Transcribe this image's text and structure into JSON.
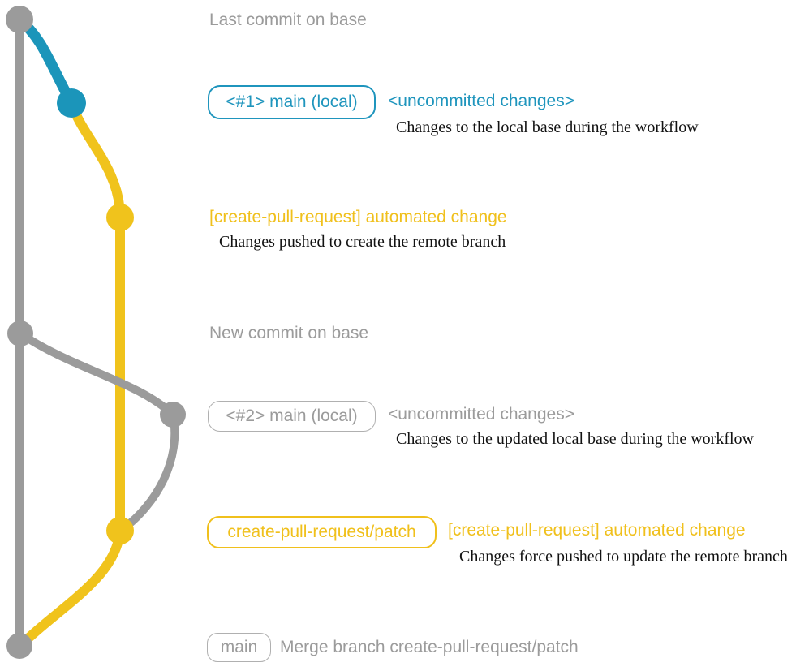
{
  "colors": {
    "base_gray": "#9b9b9b",
    "local_blue": "#1b95ba",
    "patch_yellow": "#f0c31c"
  },
  "graph": {
    "commit_nodes": [
      {
        "id": "last-commit-on-base",
        "color": "gray"
      },
      {
        "id": "local-changes-1",
        "color": "blue"
      },
      {
        "id": "patch-commit-1",
        "color": "yellow"
      },
      {
        "id": "new-commit-on-base",
        "color": "gray"
      },
      {
        "id": "local-changes-2",
        "color": "gray"
      },
      {
        "id": "patch-commit-2",
        "color": "yellow"
      },
      {
        "id": "merge-commit",
        "color": "gray"
      }
    ]
  },
  "annotations": {
    "last_commit": "Last commit on base",
    "step1": {
      "badge": "<#1> main (local)",
      "title": "<uncommitted changes>",
      "desc": "Changes to the local base during the workflow"
    },
    "step2": {
      "title": "[create-pull-request] automated change",
      "desc": "Changes pushed to create the remote branch"
    },
    "new_commit": "New commit on base",
    "step3": {
      "badge": "<#2> main (local)",
      "title": "<uncommitted changes>",
      "desc": "Changes to the updated local base during the workflow"
    },
    "step4": {
      "badge": "create-pull-request/patch",
      "title": "[create-pull-request] automated change",
      "desc": "Changes force pushed to update the remote branch"
    },
    "merge": {
      "badge": "main",
      "text": "Merge branch create-pull-request/patch"
    }
  }
}
